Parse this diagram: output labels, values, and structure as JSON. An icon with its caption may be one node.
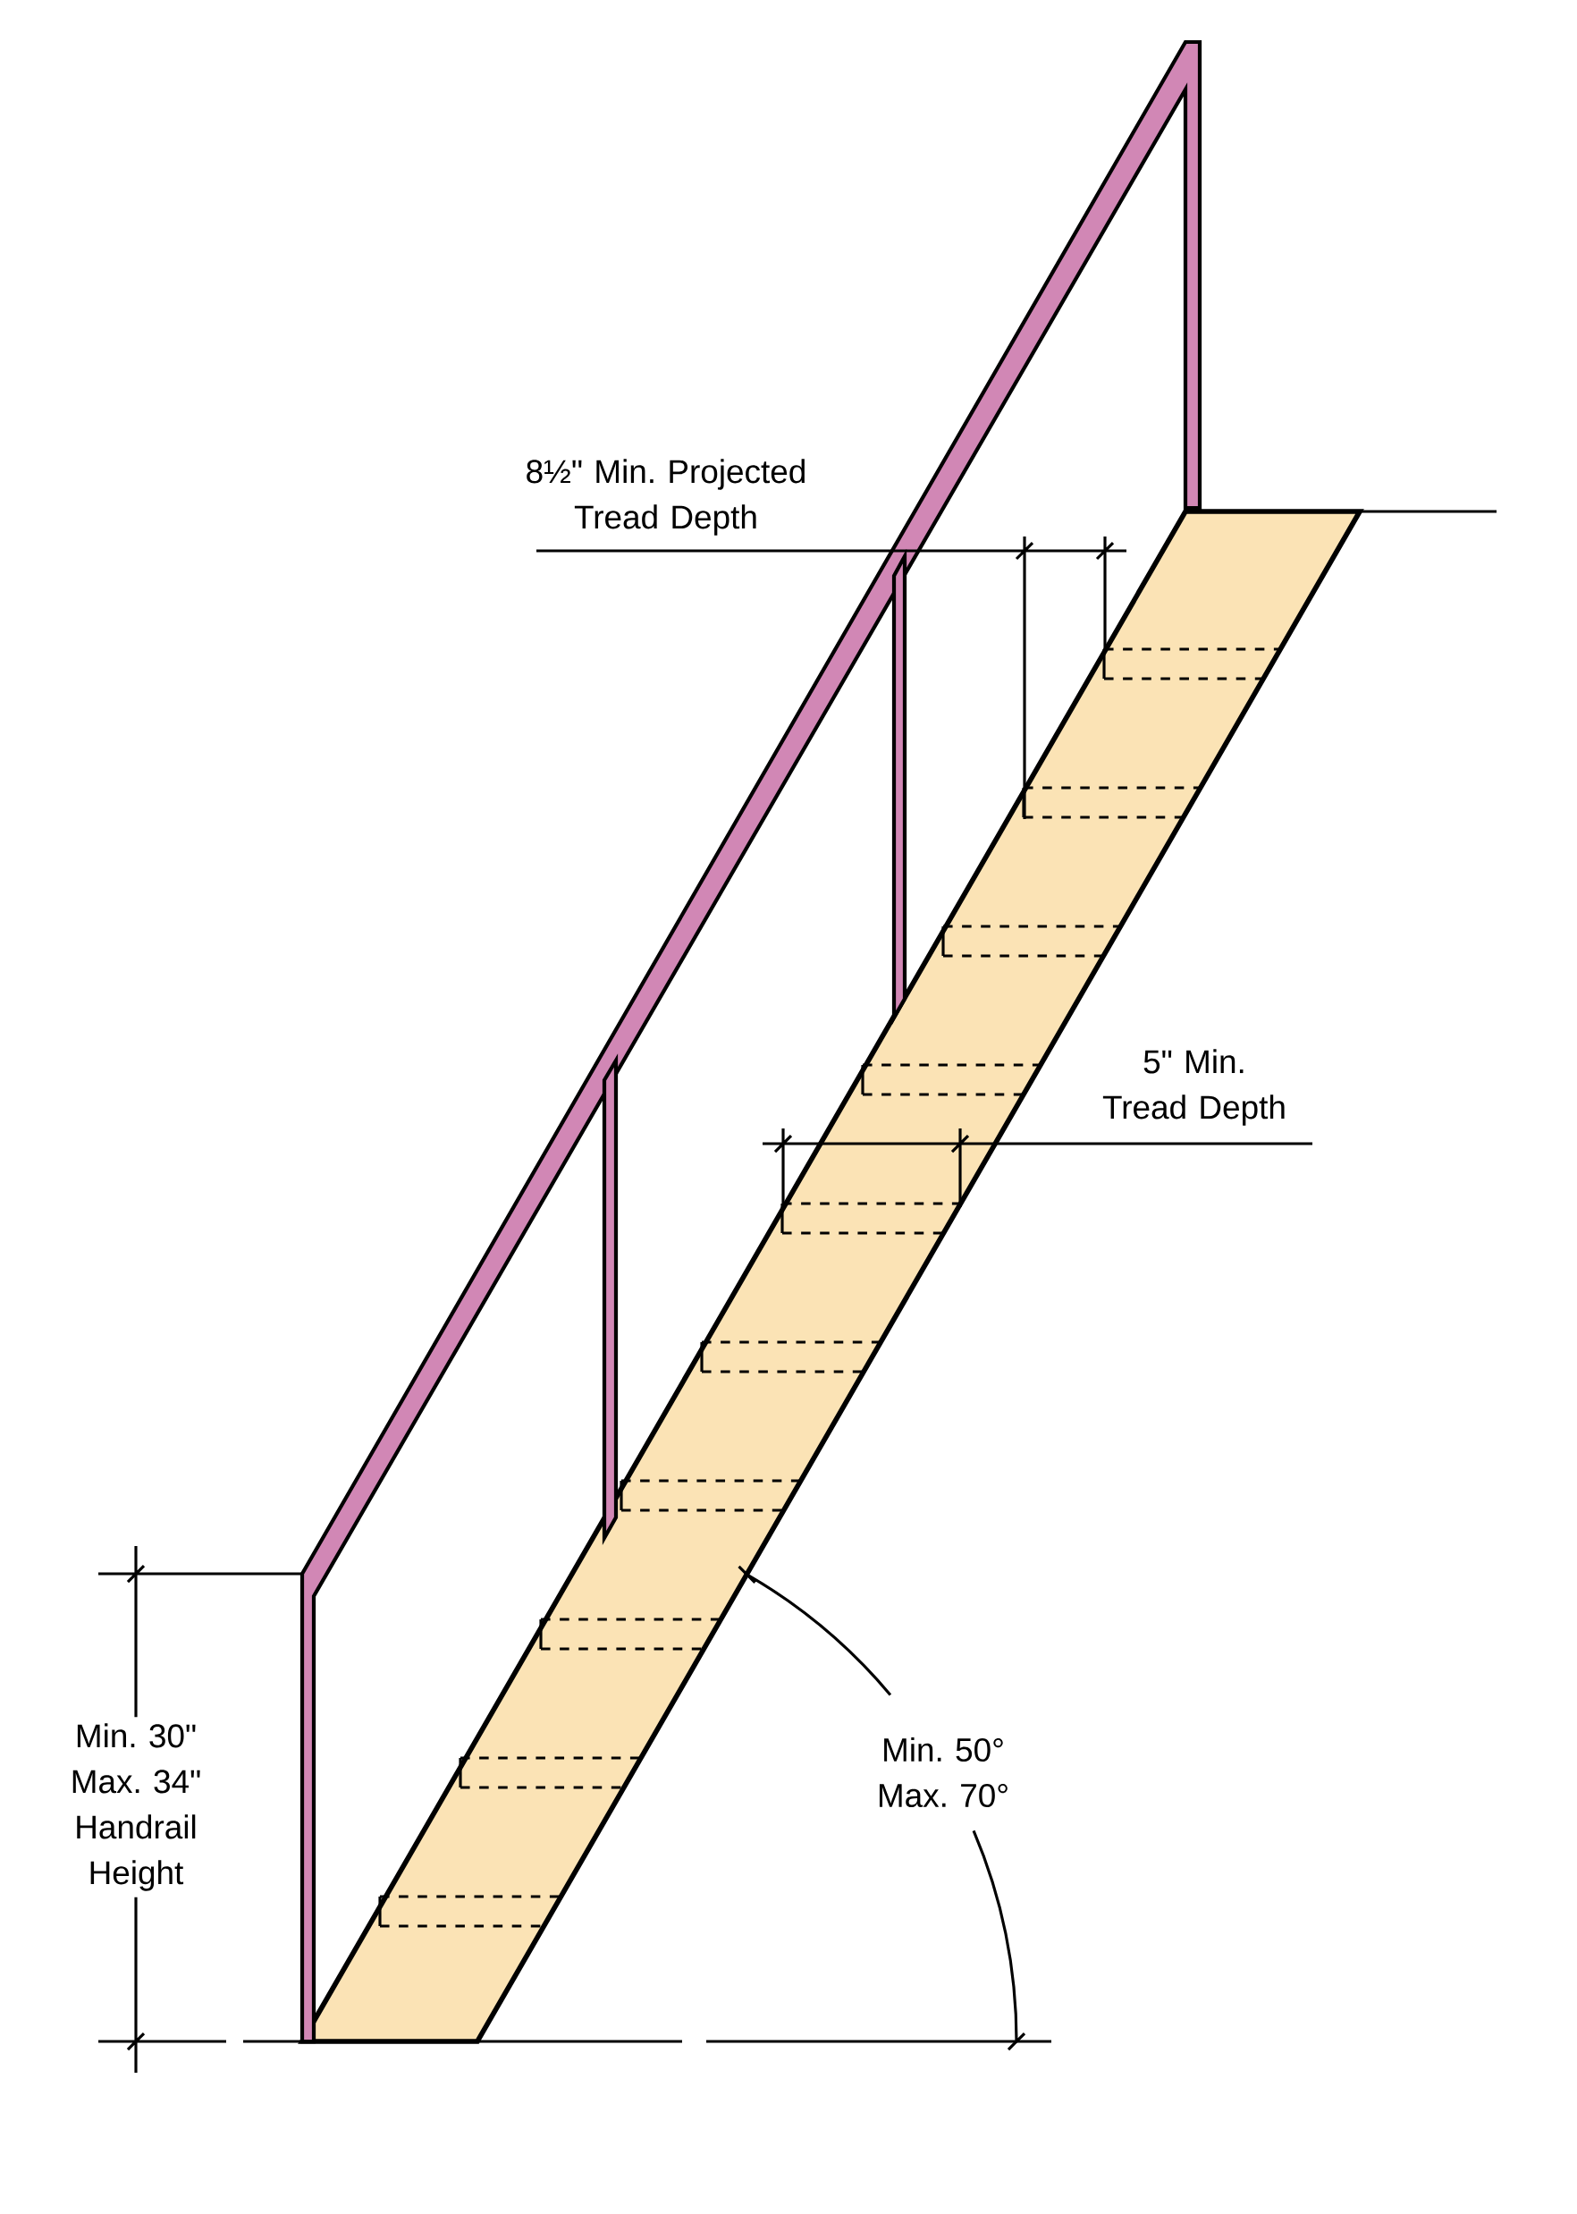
{
  "diagram": {
    "labels": [
      "8½\" Min. Projected Tread Depth",
      "5\" Min. Tread Depth",
      "Min. 30\" Max. 34\" Handrail Height",
      "Min. 50° Max. 70°"
    ]
  }
}
